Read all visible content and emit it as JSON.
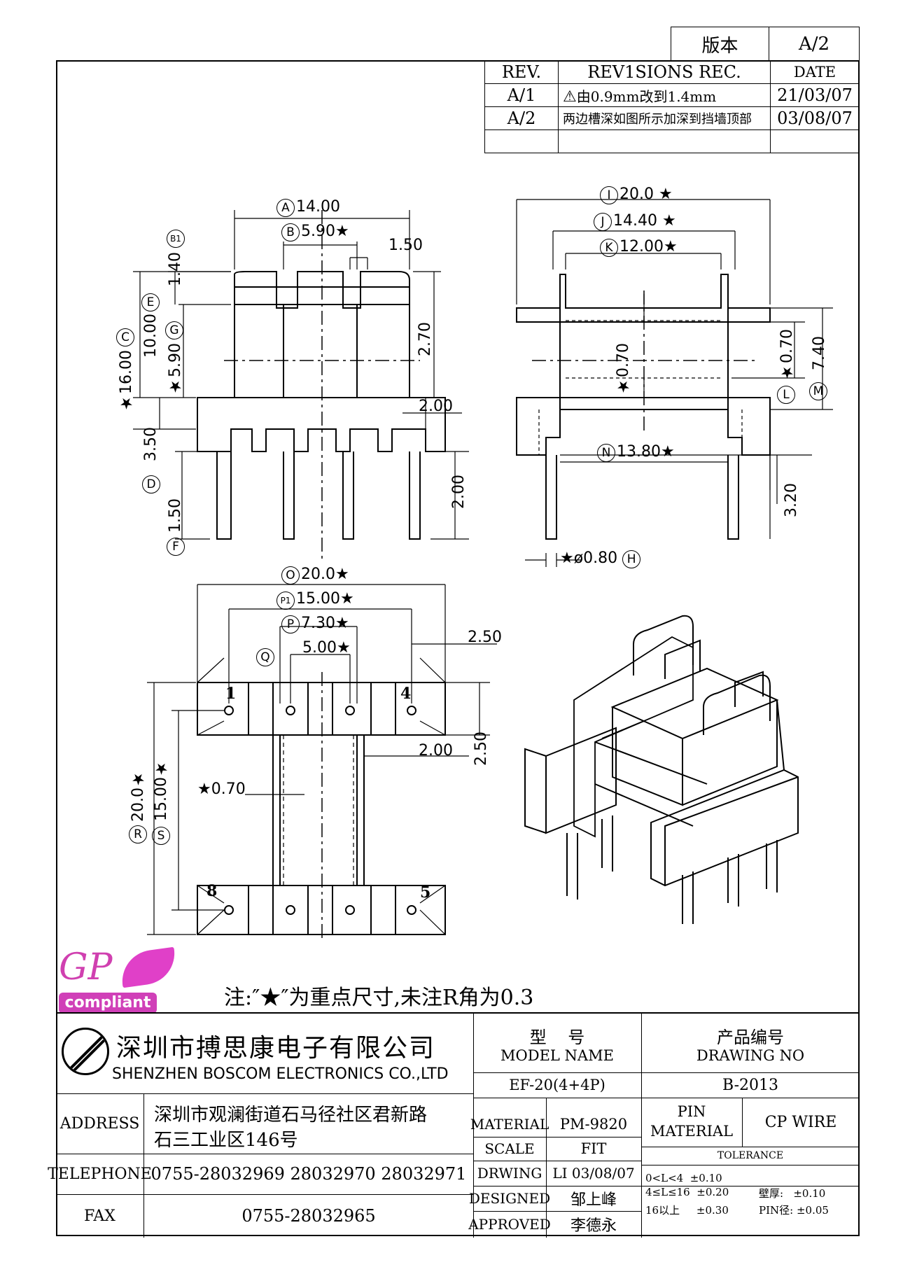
{
  "version_box": {
    "label": "版本",
    "value": "A/2"
  },
  "revisions": {
    "header": {
      "rev": "REV.",
      "rec": "REV1SIONS REC.",
      "date": "DATE"
    },
    "rows": [
      {
        "rev": "A/1",
        "rec": "由0.9mm改到1.4mm",
        "date": "21/03/07"
      },
      {
        "rev": "A/2",
        "rec": "两边槽深如图所示加深到挡墙顶部",
        "date": "03/08/07"
      },
      {
        "rev": "",
        "rec": "",
        "date": ""
      }
    ]
  },
  "front_view": {
    "dims": {
      "A": "14.00",
      "B": "5.90★",
      "top_slot": "1.50",
      "B1": "1.40",
      "E": "10.00",
      "G": "★5.90",
      "C": "★16.00",
      "h270": "2.70",
      "w200": "2.00",
      "h350": "3.50",
      "h150": "1.50",
      "h200": "2.00"
    },
    "labels": {
      "A": "A",
      "B": "B",
      "B1": "B1",
      "E": "E",
      "G": "G",
      "C": "C",
      "D": "D",
      "F": "F"
    }
  },
  "side_view": {
    "dims": {
      "I": "20.0 ★",
      "J": "14.40 ★",
      "K": "12.00★",
      "h070a": "★0.70",
      "L": "★0.70",
      "M": "7.40",
      "N": "13.80★",
      "h320": "3.20",
      "H": "★ø0.80"
    },
    "labels": {
      "I": "I",
      "J": "J",
      "K": "K",
      "L": "L",
      "M": "M",
      "N": "N",
      "H": "H"
    }
  },
  "top_view": {
    "dims": {
      "O": "20.0★",
      "P1": "15.00★",
      "P": "7.30★",
      "Q": "5.00★",
      "w250": "2.50",
      "h250": "2.50",
      "w200": "2.00",
      "w070": "★0.70",
      "R": "20.0★",
      "S": "15.00★"
    },
    "labels": {
      "O": "O",
      "P1": "P1",
      "P": "P",
      "Q": "Q",
      "R": "R",
      "S": "S"
    },
    "pins": [
      "1",
      "4",
      "8",
      "5"
    ]
  },
  "logo": {
    "top": "GP",
    "bottom": "compliant"
  },
  "note": "注:″★″为重点尺寸,未注R角为0.3",
  "company": {
    "cn": "深圳市搏思康电子有限公司",
    "en": "SHENZHEN BOSCOM ELECTRONICS CO.,LTD"
  },
  "address": {
    "label": "ADDRESS",
    "line1": "深圳市观澜街道石马径社区君新路",
    "line2": "石三工业区146号"
  },
  "telephone": {
    "label": "TELEPHONE",
    "value": "0755-28032969 28032970 28032971"
  },
  "fax": {
    "label": "FAX",
    "value": "0755-28032965"
  },
  "model": {
    "label_cn": "型    号",
    "label_en": "MODEL NAME",
    "value": "EF-20(4+4P)"
  },
  "drawing_no": {
    "label_cn": "产品编号",
    "label_en": "DRAWING NO",
    "value": "B-2013"
  },
  "material": {
    "label": "MATERIAL",
    "value": "PM-9820"
  },
  "scale": {
    "label": "SCALE",
    "value": "FIT"
  },
  "drwing": {
    "label": "DRWING",
    "value": "LI 03/08/07"
  },
  "designed": {
    "label": "DESIGNED",
    "value": "邹上峰"
  },
  "approved": {
    "label": "APPROVED",
    "value": "李德永"
  },
  "pin_material": {
    "label1": "PIN",
    "label2": "MATERIAL",
    "value": "CP WIRE"
  },
  "tolerance": {
    "label": "TOLERANCE",
    "r1": "0<L<4  ±0.10",
    "r2": "4≤L≤16  ±0.20",
    "r3": "16以上     ±0.30",
    "wall": "壁厚:   ±0.10",
    "pin": "PIN径: ±0.05"
  }
}
